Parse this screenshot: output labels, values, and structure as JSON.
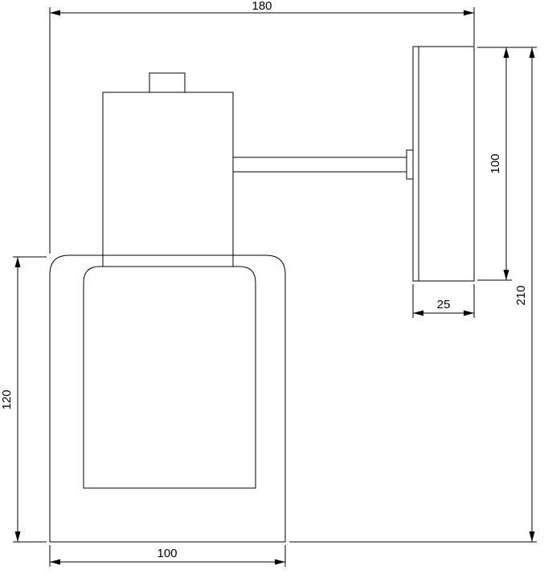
{
  "page": {
    "colors": {
      "background": "#ffffff",
      "line": "#000000"
    }
  },
  "drawing": {
    "subject": "wall-lamp-side-view-technical-drawing",
    "labels": {
      "overall_width": "180",
      "backplate_height": "100",
      "overall_height": "210",
      "backplate_depth": "25",
      "shade_height": "120",
      "shade_width": "100"
    }
  }
}
